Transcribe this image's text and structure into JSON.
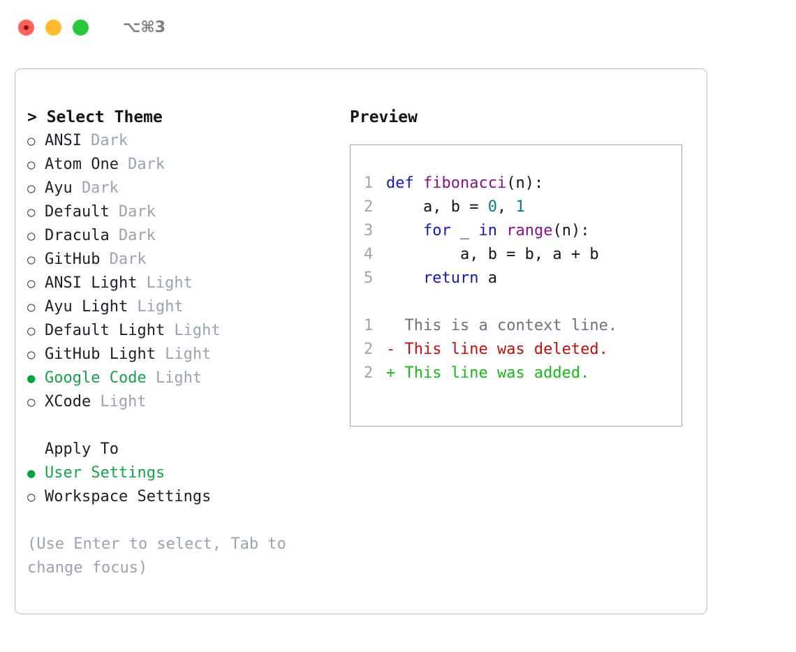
{
  "titlebar": {
    "traffic_lights": [
      "close",
      "minimize",
      "maximize"
    ],
    "shortcut": "⌥⌘3",
    "colors": {
      "close": "#ff6058",
      "minimize": "#ffbd2e",
      "maximize": "#28c83c"
    }
  },
  "theme_panel": {
    "heading": "> Select Theme",
    "items": [
      {
        "bullet": "○",
        "label": "ANSI",
        "tag": "Dark",
        "selected": false
      },
      {
        "bullet": "○",
        "label": "Atom One",
        "tag": "Dark",
        "selected": false
      },
      {
        "bullet": "○",
        "label": "Ayu",
        "tag": "Dark",
        "selected": false
      },
      {
        "bullet": "○",
        "label": "Default",
        "tag": "Dark",
        "selected": false
      },
      {
        "bullet": "○",
        "label": "Dracula",
        "tag": "Dark",
        "selected": false
      },
      {
        "bullet": "○",
        "label": "GitHub",
        "tag": "Dark",
        "selected": false
      },
      {
        "bullet": "○",
        "label": "ANSI Light",
        "tag": "Light",
        "selected": false
      },
      {
        "bullet": "○",
        "label": "Ayu Light",
        "tag": "Light",
        "selected": false
      },
      {
        "bullet": "○",
        "label": "Default Light",
        "tag": "Light",
        "selected": false
      },
      {
        "bullet": "○",
        "label": "GitHub Light",
        "tag": "Light",
        "selected": false
      },
      {
        "bullet": "●",
        "label": "Google Code",
        "tag": "Light",
        "selected": true
      },
      {
        "bullet": "○",
        "label": "XCode",
        "tag": "Light",
        "selected": false
      }
    ]
  },
  "apply_to": {
    "heading": "Apply To",
    "items": [
      {
        "bullet": "●",
        "label": "User Settings",
        "selected": true
      },
      {
        "bullet": "○",
        "label": "Workspace Settings",
        "selected": false
      }
    ]
  },
  "hint": "(Use Enter to select, Tab to change focus)",
  "preview": {
    "heading": "Preview",
    "code_lines": [
      {
        "number": "1",
        "tokens": [
          {
            "text": "def ",
            "type": "kw"
          },
          {
            "text": "fibonacci",
            "type": "fn"
          },
          {
            "text": "(n):",
            "type": "punc"
          }
        ]
      },
      {
        "number": "2",
        "tokens": [
          {
            "text": "    a, b = ",
            "type": "var"
          },
          {
            "text": "0",
            "type": "num"
          },
          {
            "text": ", ",
            "type": "punc"
          },
          {
            "text": "1",
            "type": "num"
          }
        ]
      },
      {
        "number": "3",
        "tokens": [
          {
            "text": "    for ",
            "type": "kw"
          },
          {
            "text": "_ ",
            "type": "var"
          },
          {
            "text": "in ",
            "type": "kw"
          },
          {
            "text": "range",
            "type": "fn"
          },
          {
            "text": "(n):",
            "type": "punc"
          }
        ]
      },
      {
        "number": "4",
        "tokens": [
          {
            "text": "        a, b = b, a + b",
            "type": "var"
          }
        ]
      },
      {
        "number": "5",
        "tokens": [
          {
            "text": "    return ",
            "type": "kw"
          },
          {
            "text": "a",
            "type": "var"
          }
        ]
      }
    ],
    "diff_lines": [
      {
        "number": "1",
        "marker": "  ",
        "text": "This is a context line.",
        "type": "context"
      },
      {
        "number": "2",
        "marker": "- ",
        "text": "This line was deleted.",
        "type": "deleted"
      },
      {
        "number": "2",
        "marker": "+ ",
        "text": "This line was added.",
        "type": "added"
      }
    ]
  },
  "colors": {
    "accent_green": "#16a34a",
    "muted": "#9aa3b0",
    "border": "#b6bec9",
    "preview_border": "#9aa5b1",
    "keyword": "#1717c4",
    "function": "#8a0f8a",
    "number": "#0a7d7d",
    "diff_context": "#6b7280",
    "diff_deleted": "#c40d0d",
    "diff_added": "#15bb15"
  }
}
